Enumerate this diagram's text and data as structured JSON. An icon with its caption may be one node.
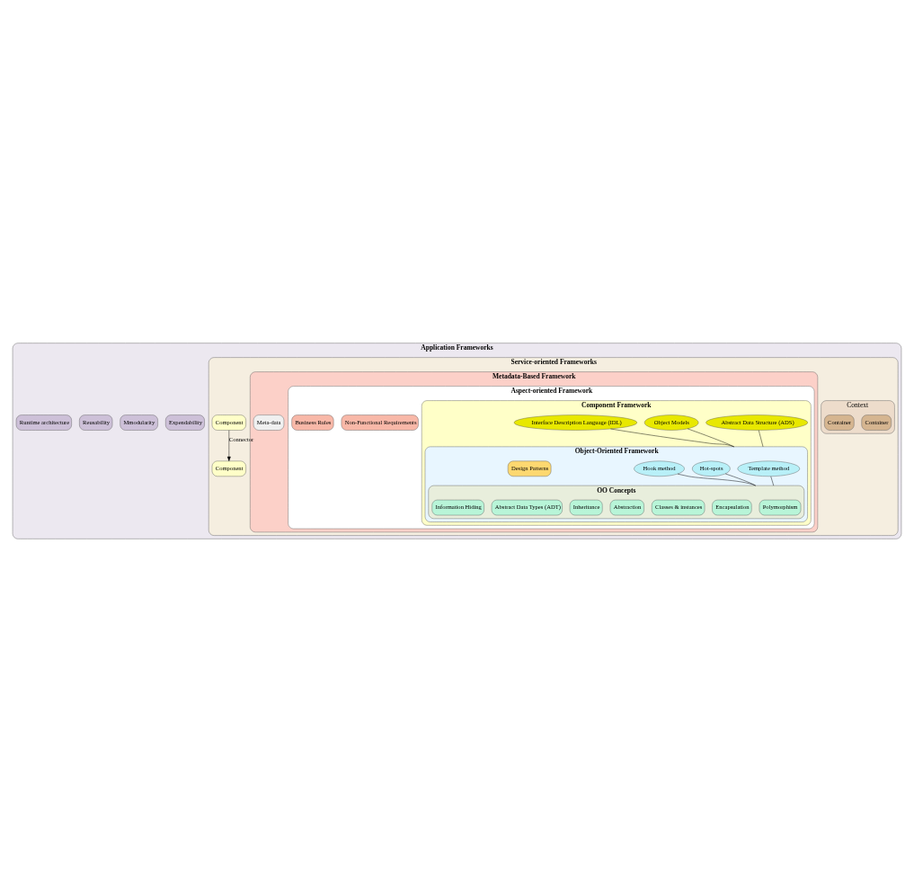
{
  "diagram": {
    "nodes": [
      {
        "text": [
          "Application Frameworks"
        ]
      },
      {
        "text": [
          "Expendability"
        ],
        "in": 0
      },
      {
        "text": [
          "Mmodularity"
        ],
        "in": 0
      },
      {
        "text": [
          "Reusability"
        ],
        "in": 0
      },
      {
        "text": [
          "Runtime architecture"
        ],
        "in": 0
      },
      {
        "text": [
          "Service-oriented Frameworks"
        ],
        "in": 0
      },
      {
        "text": [
          "Context"
        ],
        "in": 5
      },
      {
        "text": [
          "Container"
        ],
        "in": 6
      },
      {
        "text": [
          "Component"
        ],
        "in": 5
      },
      {
        "text": [
          "Container"
        ],
        "in": 6
      },
      {
        "text": [
          "Component"
        ],
        "in": 5
      },
      {
        "text": [
          "Metadata-Based Framework"
        ],
        "in": 5
      },
      {
        "text": [
          "Meta-data"
        ],
        "in": 11
      },
      {
        "text": [
          "Aspect-oriented Framework"
        ],
        "in": 11
      },
      {
        "text": [
          "Non-Functional Requirements"
        ],
        "in": 13
      },
      {
        "text": [
          "Business Rules"
        ],
        "in": 13
      },
      {
        "text": [
          "Component Framework"
        ],
        "in": 13
      },
      {
        "text": [
          "Abstract Data Structure (ADS)"
        ],
        "in": 16
      },
      {
        "text": [
          "Object Models"
        ],
        "in": 16
      },
      {
        "text": [
          "Interface Description Language (IDL)"
        ],
        "in": 16
      },
      {
        "text": [
          "Object-Oriented Framework"
        ],
        "in": 16
      },
      {
        "text": [
          "Template method"
        ],
        "in": 20
      },
      {
        "text": [
          "Hot-spots"
        ],
        "in": 20
      },
      {
        "text": [
          "Hook method"
        ],
        "in": 20
      },
      {
        "text": [
          "Design Patterns"
        ],
        "in": 20
      },
      {
        "text": [
          "OO Concepts"
        ],
        "in": 20
      },
      {
        "text": [
          "Polymorphism"
        ],
        "in": 25
      },
      {
        "text": [
          "Encapsulation"
        ],
        "in": 25
      },
      {
        "text": [
          "Classes & instances"
        ],
        "in": 25
      },
      {
        "text": [
          "Abstraction"
        ],
        "in": 25
      },
      {
        "text": [
          "Inheritance"
        ],
        "in": 25
      },
      {
        "text": [
          "Abstract Data Types (ADT)"
        ],
        "in": 25
      },
      {
        "text": [
          "Information Hiding"
        ],
        "in": 25
      }
    ],
    "edges": [
      {
        "from": 8,
        "to": 10,
        "arrow": "to",
        "label": "Connector"
      },
      {
        "from": 17,
        "to": 20,
        "arrow": "none"
      },
      {
        "from": 18,
        "to": 20,
        "arrow": "none"
      },
      {
        "from": 19,
        "to": 20,
        "arrow": "none"
      },
      {
        "from": 21,
        "to": 25,
        "arrow": "none"
      },
      {
        "from": 22,
        "to": 25,
        "arrow": "none"
      },
      {
        "from": 23,
        "to": 25,
        "arrow": "none"
      }
    ]
  }
}
